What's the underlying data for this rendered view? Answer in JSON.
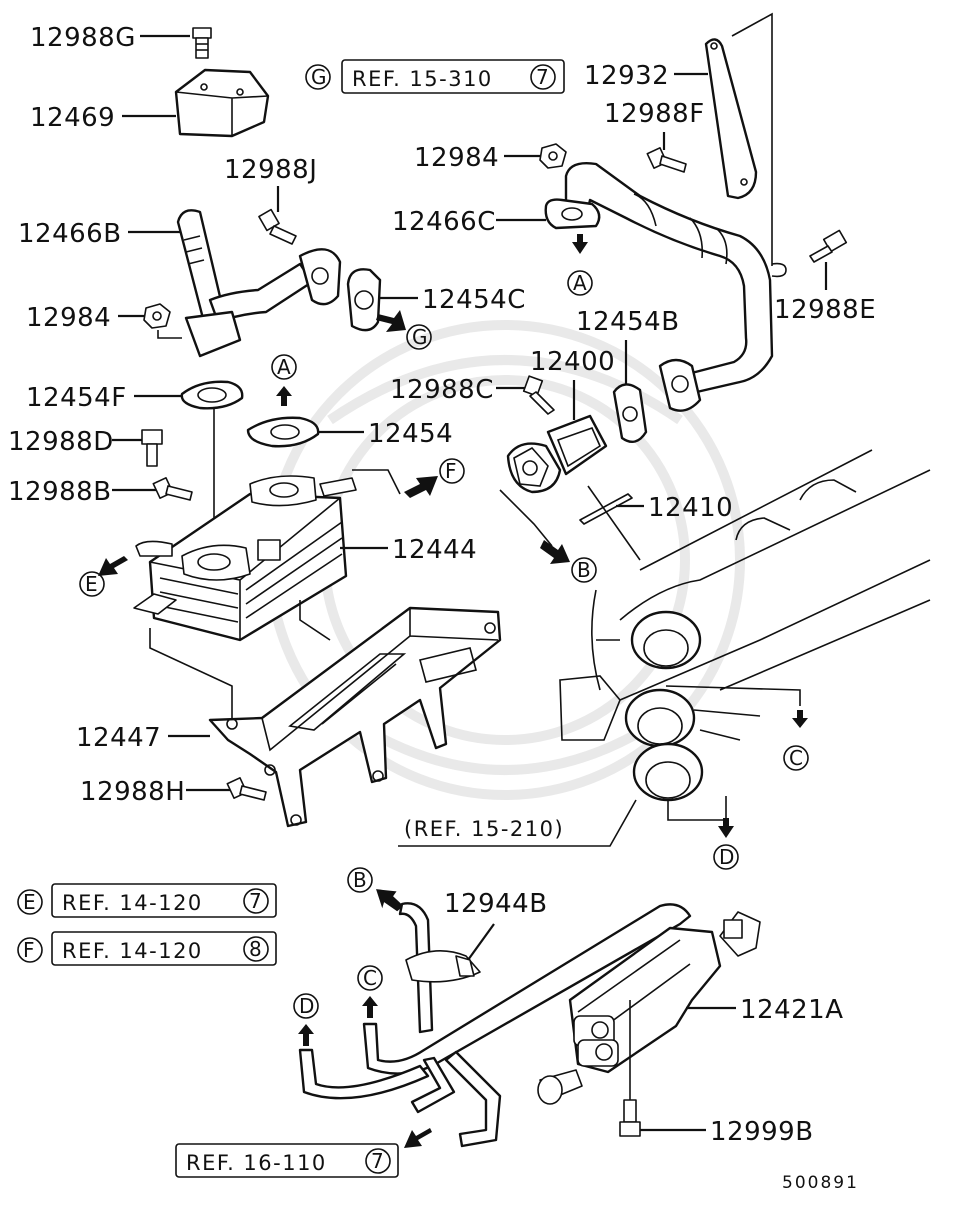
{
  "parts": [
    {
      "id": "p-12988G",
      "label": "12988G"
    },
    {
      "id": "p-12469",
      "label": "12469"
    },
    {
      "id": "p-12988J",
      "label": "12988J"
    },
    {
      "id": "p-12466B",
      "label": "12466B"
    },
    {
      "id": "p-12984a",
      "label": "12984"
    },
    {
      "id": "p-12454C",
      "label": "12454C"
    },
    {
      "id": "p-12454F",
      "label": "12454F"
    },
    {
      "id": "p-12454",
      "label": "12454"
    },
    {
      "id": "p-12988D",
      "label": "12988D"
    },
    {
      "id": "p-12988B",
      "label": "12988B"
    },
    {
      "id": "p-12444",
      "label": "12444"
    },
    {
      "id": "p-12447",
      "label": "12447"
    },
    {
      "id": "p-12988H",
      "label": "12988H"
    },
    {
      "id": "p-12932",
      "label": "12932"
    },
    {
      "id": "p-12988F",
      "label": "12988F"
    },
    {
      "id": "p-12984b",
      "label": "12984"
    },
    {
      "id": "p-12466C",
      "label": "12466C"
    },
    {
      "id": "p-12988E",
      "label": "12988E"
    },
    {
      "id": "p-12454B",
      "label": "12454B"
    },
    {
      "id": "p-12400",
      "label": "12400"
    },
    {
      "id": "p-12988C",
      "label": "12988C"
    },
    {
      "id": "p-12410",
      "label": "12410"
    },
    {
      "id": "p-12944B",
      "label": "12944B"
    },
    {
      "id": "p-12421A",
      "label": "12421A"
    },
    {
      "id": "p-12999B",
      "label": "12999B"
    }
  ],
  "refs": [
    {
      "id": "ref-G",
      "letter": "G",
      "text": "REF. 15-310",
      "num": "7"
    },
    {
      "id": "ref-E",
      "letter": "E",
      "text": "REF. 14-120",
      "num": "7"
    },
    {
      "id": "ref-F",
      "letter": "F",
      "text": "REF. 14-120",
      "num": "8"
    },
    {
      "id": "ref-16",
      "text": "REF. 16-110",
      "num": "7"
    },
    {
      "id": "ref-15-210",
      "text": "(REF. 15-210)"
    }
  ],
  "connectors": {
    "A": "A",
    "B": "B",
    "C": "C",
    "D": "D",
    "E": "E",
    "F": "F",
    "G": "G"
  },
  "figure_number": "500891"
}
